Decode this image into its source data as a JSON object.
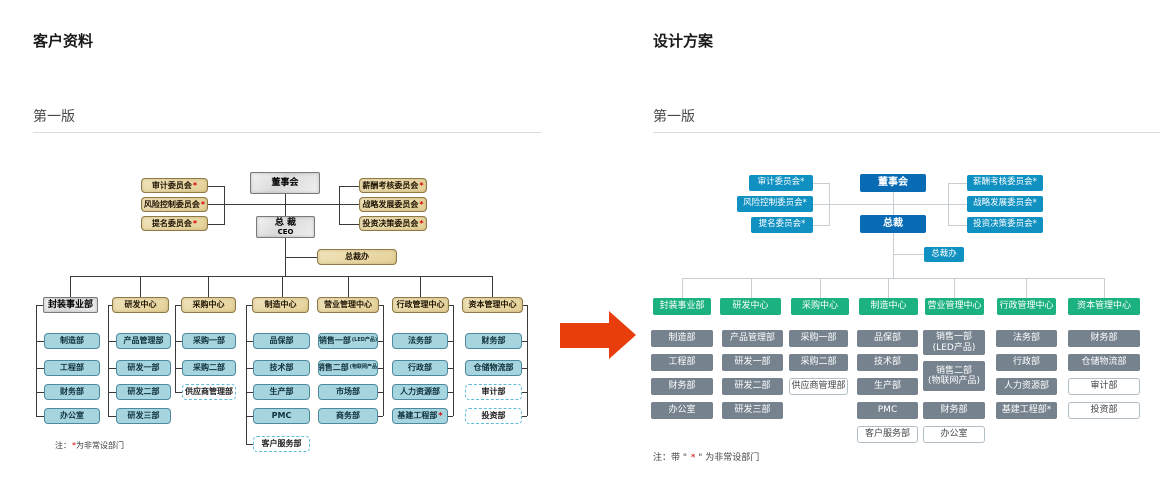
{
  "colors": {
    "arrow": "#E83E0D",
    "left_chart": {
      "tan": "#EBD9A4",
      "tan_border": "#8F7A45",
      "marble": "#E6E6E6",
      "blue": "#A7D5DF",
      "blue_border": "#4E8A9E",
      "dashed_border": "#5FBEDC",
      "line": "#3A3A3A",
      "star": "#D40000"
    },
    "right_chart": {
      "primary_blue": "#0A6BB5",
      "secondary_blue": "#1191C1",
      "green": "#1CB180",
      "slate": "#76838E",
      "white_box_border": "#B2BEC6",
      "line": "#C7CDD2"
    }
  },
  "left_panel": {
    "title": "客户资料",
    "version_label": "第一版",
    "note": {
      "prefix": "注：",
      "star": "*",
      "suffix": "为非常设部门"
    },
    "org": {
      "board": "董事会",
      "ceo_title": "总 裁",
      "ceo_sub": "CEO",
      "ceo_office": "总裁办",
      "committees_left": [
        {
          "label": "审计委员会",
          "star": "*"
        },
        {
          "label": "风险控制委员会",
          "star": "*"
        },
        {
          "label": "提名委员会",
          "star": "*"
        }
      ],
      "committees_right": [
        {
          "label": "薪酬考核委员会",
          "star": "*"
        },
        {
          "label": "战略发展委员会",
          "star": "*"
        },
        {
          "label": "投资决策委员会",
          "star": "*"
        }
      ],
      "divisions": [
        {
          "header": "封装事业部",
          "children": [
            {
              "label": "制造部"
            },
            {
              "label": "工程部"
            },
            {
              "label": "财务部"
            },
            {
              "label": "办公室"
            }
          ]
        },
        {
          "header": "研发中心",
          "children": [
            {
              "label": "产品管理部"
            },
            {
              "label": "研发一部"
            },
            {
              "label": "研发二部"
            },
            {
              "label": "研发三部"
            }
          ]
        },
        {
          "header": "采购中心",
          "children": [
            {
              "label": "采购一部"
            },
            {
              "label": "采购二部"
            },
            {
              "label": "供应商管理部",
              "variant": "dashed"
            }
          ]
        },
        {
          "header": "制造中心",
          "children": [
            {
              "label": "品保部"
            },
            {
              "label": "技术部"
            },
            {
              "label": "生产部"
            },
            {
              "label": "PMC"
            },
            {
              "label": "客户服务部",
              "variant": "dashed"
            }
          ]
        },
        {
          "header": "营业管理中心",
          "children": [
            {
              "label": "销售一部",
              "sub": "(LED产品)"
            },
            {
              "label": "销售二部",
              "sub": "(物联网产品)"
            },
            {
              "label": "市场部"
            },
            {
              "label": "商务部"
            }
          ]
        },
        {
          "header": "行政管理中心",
          "children": [
            {
              "label": "法务部"
            },
            {
              "label": "行政部"
            },
            {
              "label": "人力资源部"
            },
            {
              "label": "基建工程部",
              "star": "*"
            }
          ]
        },
        {
          "header": "资本管理中心",
          "children": [
            {
              "label": "财务部"
            },
            {
              "label": "仓储物流部"
            },
            {
              "label": "审计部",
              "variant": "dashed"
            },
            {
              "label": "投资部",
              "variant": "dashed"
            }
          ]
        }
      ]
    }
  },
  "right_panel": {
    "title": "设计方案",
    "version_label": "第一版",
    "note": {
      "prefix": "注：带 \" ",
      "star": "*",
      "suffix": " \" 为非常设部门"
    },
    "org": {
      "board": "董事会",
      "ceo": "总裁",
      "ceo_office": "总裁办",
      "committees_left": [
        {
          "label": "审计委员会",
          "star": "*"
        },
        {
          "label": "风险控制委员会",
          "star": "*"
        },
        {
          "label": "提名委员会",
          "star": "*"
        }
      ],
      "committees_right": [
        {
          "label": "薪酬考核委员会",
          "star": "*"
        },
        {
          "label": "战略发展委员会",
          "star": "*"
        },
        {
          "label": "投资决策委员会",
          "star": "*"
        }
      ],
      "divisions": [
        {
          "header": "封装事业部",
          "children": [
            {
              "label": "制造部"
            },
            {
              "label": "工程部"
            },
            {
              "label": "财务部"
            },
            {
              "label": "办公室"
            }
          ]
        },
        {
          "header": "研发中心",
          "children": [
            {
              "label": "产品管理部"
            },
            {
              "label": "研发一部"
            },
            {
              "label": "研发二部"
            },
            {
              "label": "研发三部"
            }
          ]
        },
        {
          "header": "采购中心",
          "children": [
            {
              "label": "采购一部"
            },
            {
              "label": "采购二部"
            },
            {
              "label": "供应商管理部",
              "variant": "white"
            }
          ]
        },
        {
          "header": "制造中心",
          "children": [
            {
              "label": "品保部"
            },
            {
              "label": "技术部"
            },
            {
              "label": "生产部"
            },
            {
              "label": "PMC"
            },
            {
              "label": "客户服务部",
              "variant": "white"
            }
          ]
        },
        {
          "header": "营业管理中心",
          "children": [
            {
              "label": "销售一部",
              "sub": "(LED产品)"
            },
            {
              "label": "销售二部",
              "sub": "(物联网产品)"
            },
            {
              "label": "财务部"
            },
            {
              "label": "办公室",
              "variant": "white"
            }
          ]
        },
        {
          "header": "行政管理中心",
          "children": [
            {
              "label": "法务部"
            },
            {
              "label": "行政部"
            },
            {
              "label": "人力资源部"
            },
            {
              "label": "基建工程部",
              "star": "*"
            }
          ]
        },
        {
          "header": "资本管理中心",
          "children": [
            {
              "label": "财务部"
            },
            {
              "label": "仓储物流部"
            },
            {
              "label": "审计部",
              "variant": "white"
            },
            {
              "label": "投资部",
              "variant": "white"
            }
          ]
        }
      ]
    }
  }
}
